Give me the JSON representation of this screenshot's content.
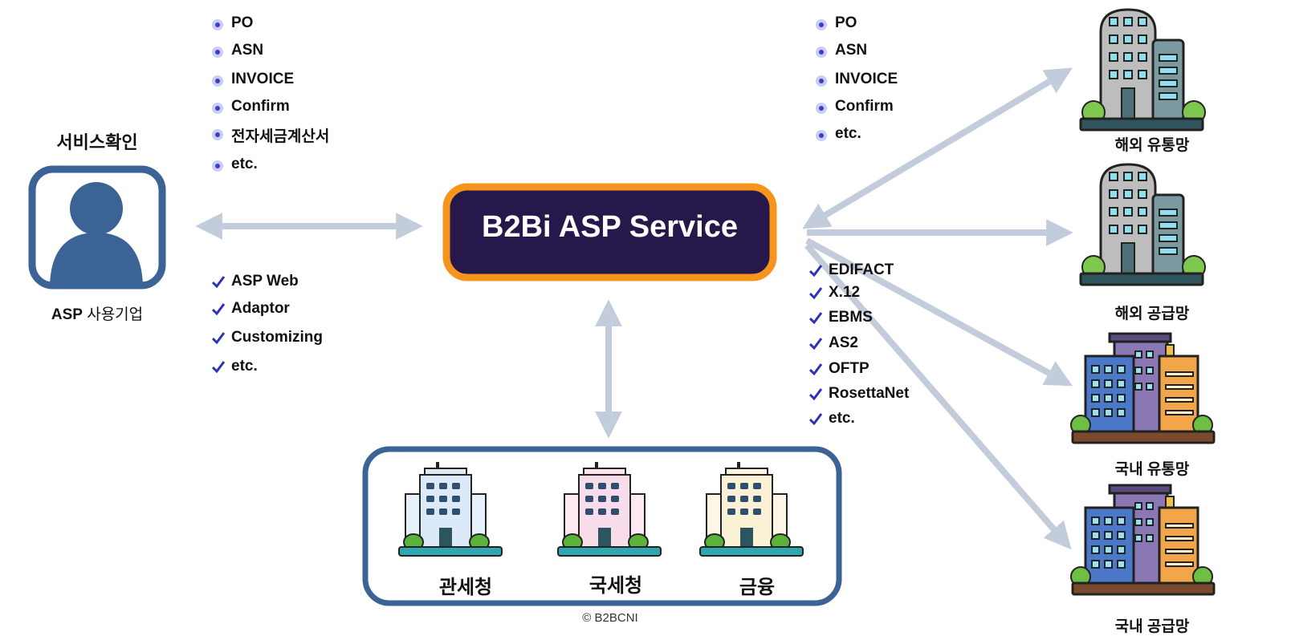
{
  "user": {
    "heading": "서비스확인",
    "label_bold": "ASP",
    "label_rest": " 사용기업"
  },
  "left_docs": [
    "PO",
    "ASN",
    "INVOICE",
    "Confirm",
    "전자세금계산서",
    "etc."
  ],
  "left_features": [
    "ASP Web",
    "Adaptor",
    "Customizing",
    "etc."
  ],
  "center": {
    "title": "B2Bi ASP Service"
  },
  "right_docs": [
    "PO",
    "ASN",
    "INVOICE",
    "Confirm",
    "etc."
  ],
  "right_protocols": [
    "EDIFACT",
    "X.12",
    "EBMS",
    "AS2",
    "OFTP",
    "RosettaNet",
    "etc."
  ],
  "partners": [
    "해외 유통망",
    "해외 공급망",
    "국내 유통망",
    "국내 공급망"
  ],
  "agencies": [
    "관세청",
    "국세청",
    "금융"
  ],
  "copyright": "© B2BCNI",
  "colors": {
    "arrow": "#c2ccdb",
    "navy_box": "#26184a",
    "orange_border": "#f7941d",
    "blue_border": "#3b6395",
    "bullet_dot": "#3b3fc4",
    "check": "#2e30b8"
  }
}
